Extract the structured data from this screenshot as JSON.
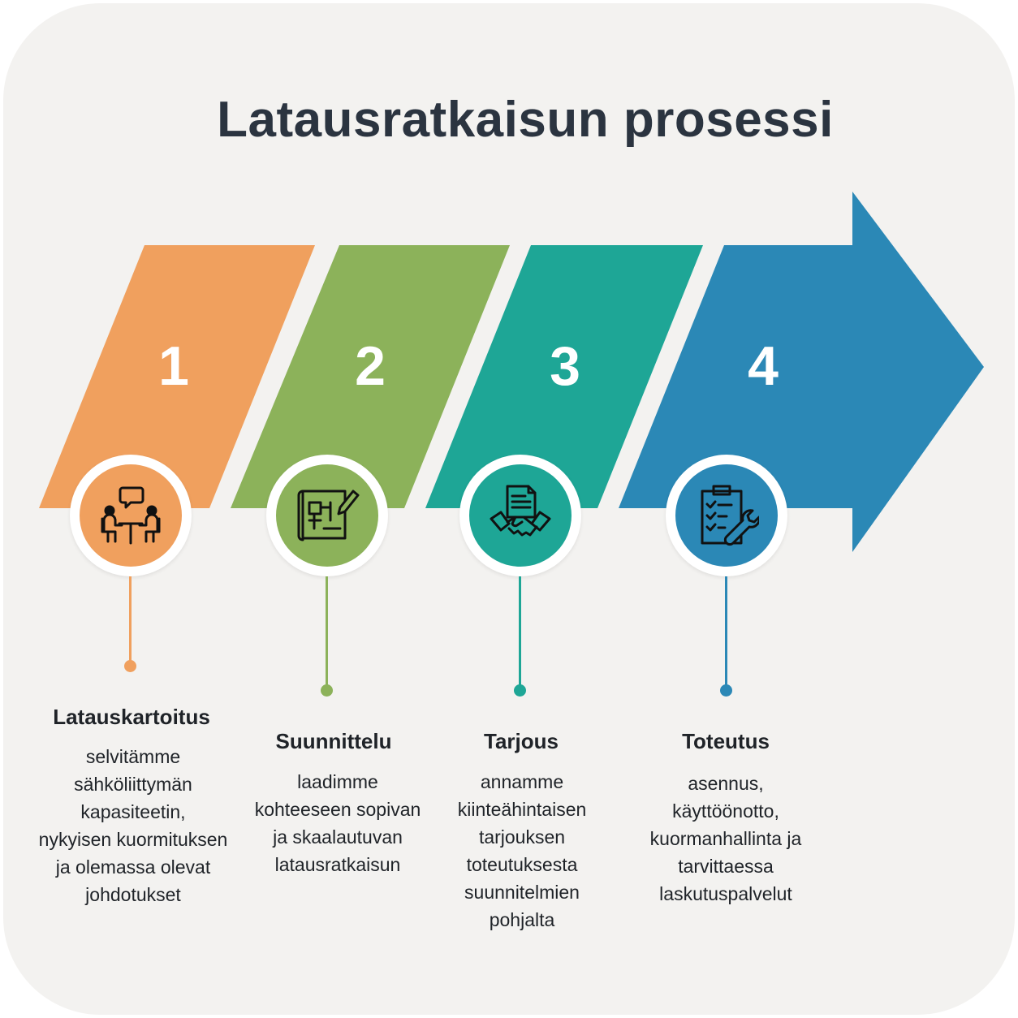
{
  "title": "Latausratkaisun prosessi",
  "colors": {
    "orange": "#f0a05e",
    "green": "#8cb25a",
    "teal": "#1ea696",
    "blue": "#2b88b6",
    "title": "#2b3440",
    "text": "#1f2328"
  },
  "steps": [
    {
      "number": "1",
      "title": "Latauskartoitus",
      "icon": "meeting-icon",
      "description": [
        "selvitämme",
        "sähköliittymän",
        "kapasiteetin,",
        "nykyisen kuormituksen",
        "ja olemassa olevat",
        "johdotukset"
      ]
    },
    {
      "number": "2",
      "title": "Suunnittelu",
      "icon": "blueprint-pencil-icon",
      "description": [
        "laadimme",
        "kohteeseen sopivan",
        "ja skaalautuvan",
        "latausratkaisun"
      ]
    },
    {
      "number": "3",
      "title": "Tarjous",
      "icon": "handshake-document-icon",
      "description": [
        "annamme",
        "kiinteähintaisen",
        "tarjouksen",
        "toteutuksesta",
        "suunnitelmien",
        "pohjalta"
      ]
    },
    {
      "number": "4",
      "title": "Toteutus",
      "icon": "clipboard-wrench-icon",
      "description": [
        "asennus,",
        "käyttöönotto,",
        "kuormanhallinta ja",
        "tarvittaessa",
        "laskutuspalvelut"
      ]
    }
  ]
}
